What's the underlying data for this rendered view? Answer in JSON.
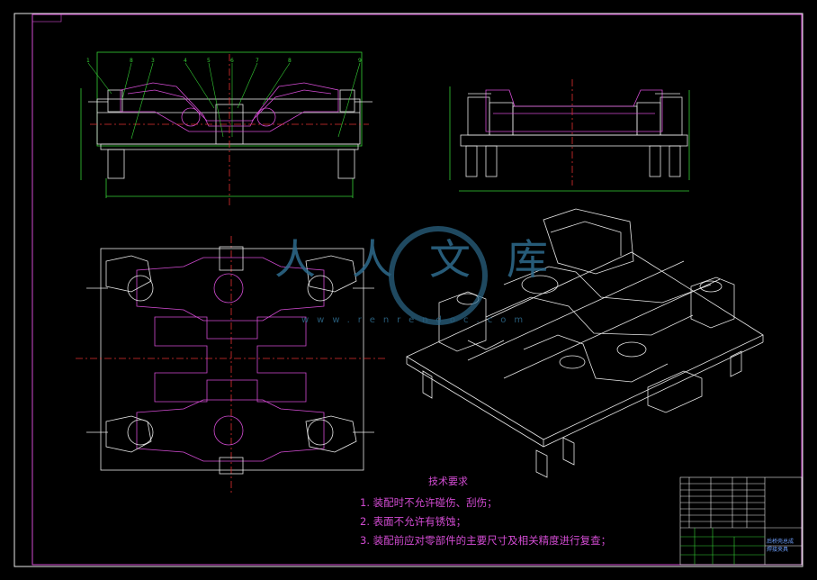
{
  "drawing": {
    "frame_color": "#e8e8e8",
    "border_color": "#d24bd2",
    "part_color": "#d24bd2",
    "fixture_color": "#e8e8e8",
    "center_color": "#e03030",
    "dimension_color": "#35d035",
    "watermark_color": "#2e6b8d",
    "balloons": [
      "1",
      "8",
      "3",
      "4",
      "5",
      "6",
      "7",
      "8",
      "9"
    ]
  },
  "watermark": {
    "chars": "人人文库",
    "url": "www.renrendoc.com"
  },
  "notes": {
    "title": "技术要求",
    "items": [
      "1. 装配时不允许碰伤、刮伤；",
      "2. 表面不允许有锈蚀；",
      "3. 装配前应对零部件的主要尺寸及相关精度进行复查；"
    ]
  },
  "title_block": {
    "drawing_name": "后桥壳总成",
    "drawing_sub": "焊接夹具"
  }
}
